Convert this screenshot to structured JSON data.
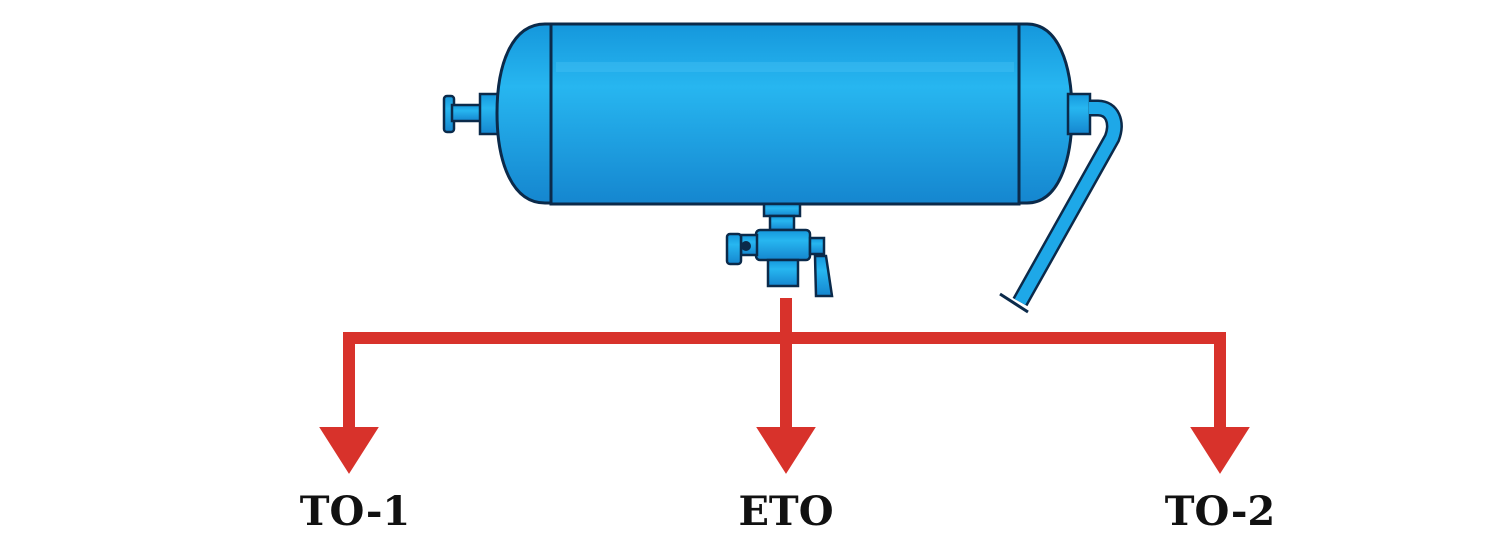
{
  "colors": {
    "tank_fill": "#1ea8e8",
    "tank_stroke": "#0b2a4a",
    "arrow": "#d8322b",
    "label": "#111111",
    "background": "#ffffff"
  },
  "icons": {
    "tank": "air-tank-icon",
    "drain_valve": "drain-valve-icon",
    "outlet_pipe": "bent-outlet-pipe-icon"
  },
  "labels": {
    "left": "TO-1",
    "center": "ETO",
    "right": "TO-2"
  }
}
